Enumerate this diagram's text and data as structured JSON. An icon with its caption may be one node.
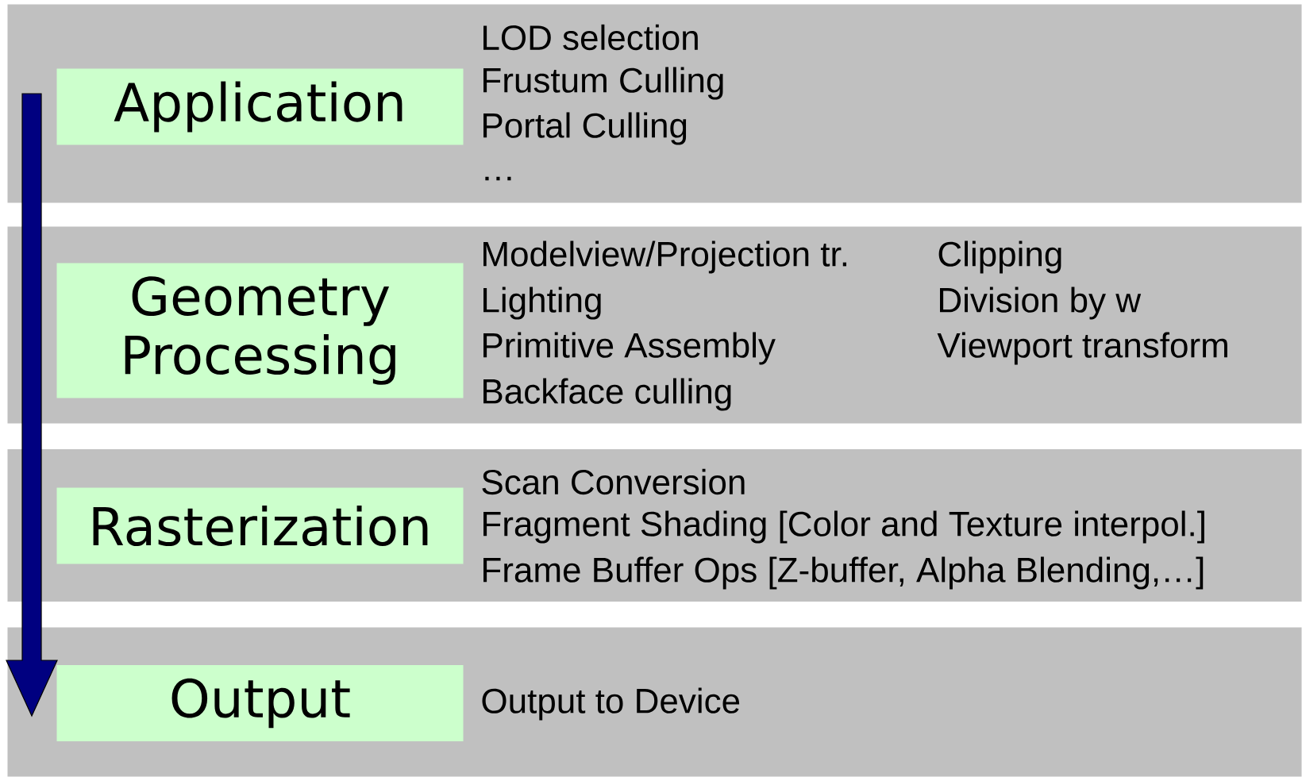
{
  "diagram": {
    "nodes": [
      {
        "text": [
          "LOD selection",
          "Frustum Culling",
          "Portal Culling",
          "…"
        ]
      },
      {
        "text": [
          "Application"
        ],
        "in": 0
      },
      {
        "text": [
          "Modelview/Projection tr.",
          "Lighting",
          "Primitive Assembly",
          "Backface culling",
          "Clipping",
          "Division by w",
          "Viewport transform"
        ]
      },
      {
        "text": [
          "Geometry Processing"
        ],
        "in": 2
      },
      {
        "text": [
          "Scan Conversion",
          "Fragment Shading [Color and Texture interpol.]",
          "Frame Buffer Ops [Z-buffer, Alpha Blending,…]"
        ]
      },
      {
        "text": [
          "Rasterization"
        ],
        "in": 4
      },
      {
        "text": [
          "Output to Device"
        ]
      },
      {
        "text": [
          "Output"
        ],
        "in": 6
      }
    ],
    "edges": []
  }
}
